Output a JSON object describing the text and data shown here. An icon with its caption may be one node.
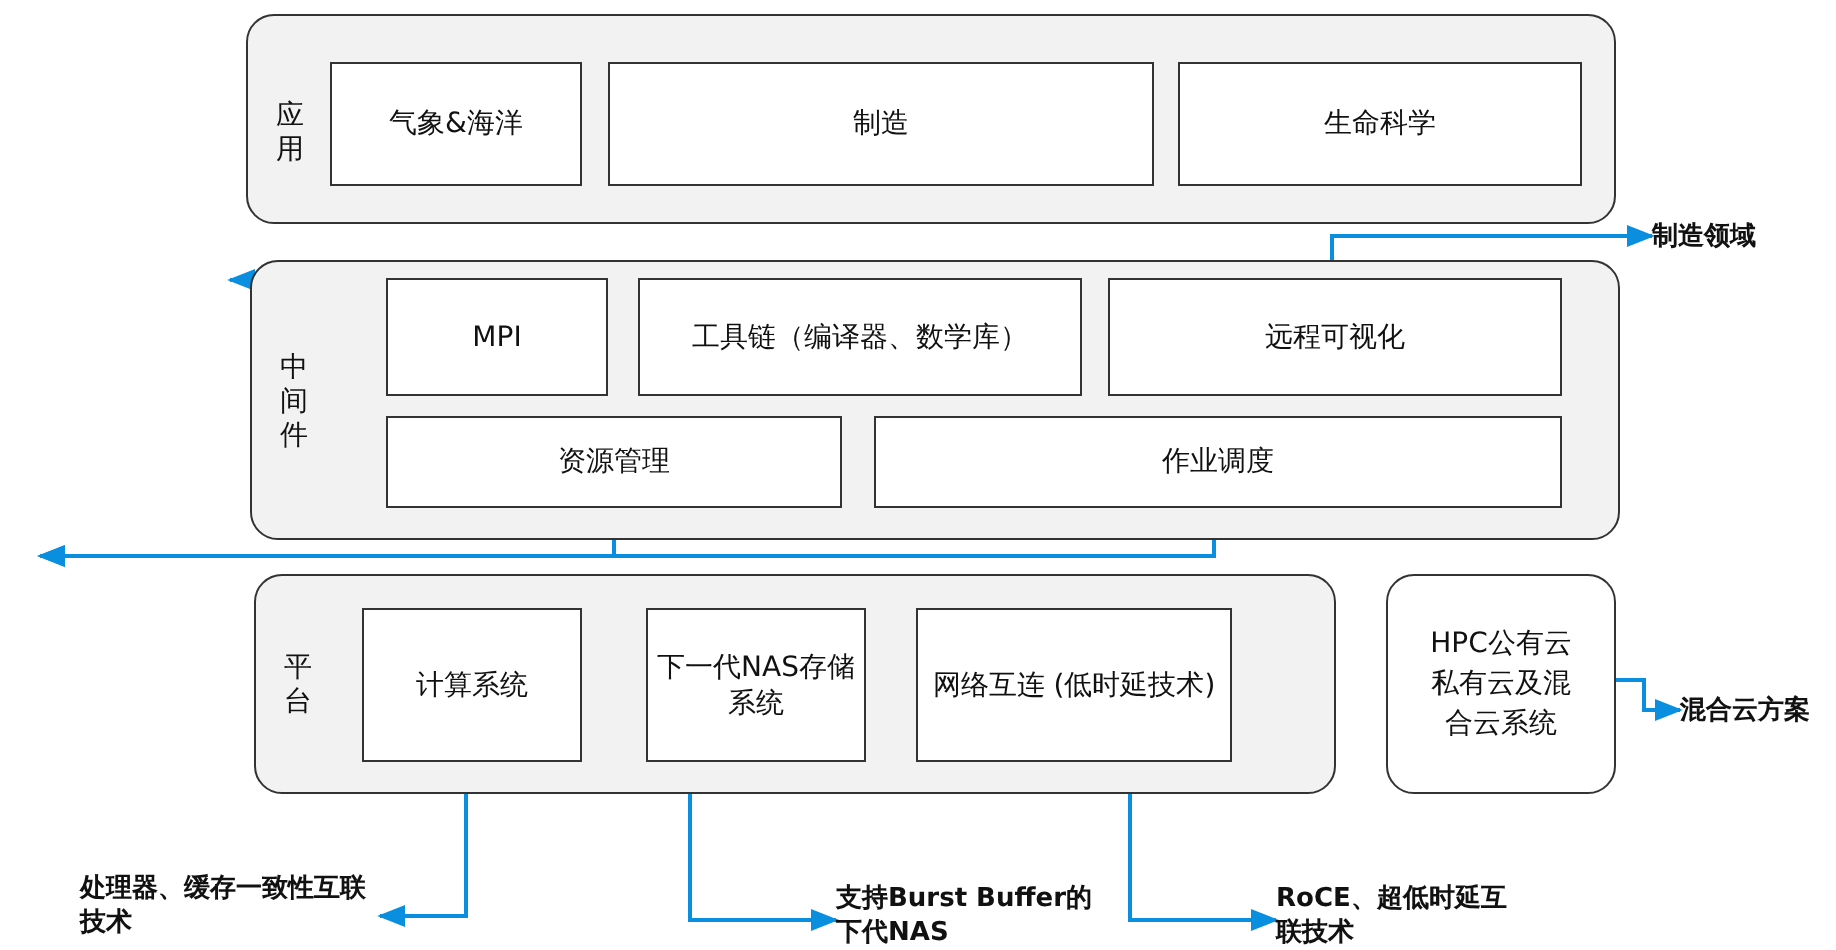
{
  "diagram": {
    "nodes": [
      {
        "text": [
          "应用"
        ]
      },
      {
        "text": [
          "气象&海洋"
        ],
        "in": 0
      },
      {
        "text": [
          "制造"
        ],
        "in": 0
      },
      {
        "text": [
          "生命科学"
        ],
        "in": 0
      },
      {
        "text": [
          "中间件"
        ]
      },
      {
        "text": [
          "MPI"
        ],
        "in": 4
      },
      {
        "text": [
          "工具链（编译器、数学库）"
        ],
        "in": 4
      },
      {
        "text": [
          "远程可视化"
        ],
        "in": 4
      },
      {
        "text": [
          "资源管理"
        ],
        "in": 4
      },
      {
        "text": [
          "作业调度"
        ],
        "in": 4
      },
      {
        "text": [
          "制造领域"
        ]
      },
      {
        "text": [
          "平台"
        ]
      },
      {
        "text": [
          "计算系统"
        ],
        "in": 11
      },
      {
        "text": [
          "下一代NAS存储系统"
        ],
        "in": 11
      },
      {
        "text": [
          "网络互连 (低时延技术)"
        ],
        "in": 11
      },
      {
        "text": [
          "HPC公有云私有云及混合云系统"
        ]
      },
      {
        "text": [
          "混合云方案"
        ]
      },
      {
        "text": [
          "处理器、缓存一致性互联技术"
        ]
      },
      {
        "text": [
          "支持Burst Buffer的下代NAS"
        ]
      },
      {
        "text": [
          "RoCE、超低时延互联技术"
        ]
      }
    ],
    "edges": [
      {
        "from": 7,
        "to": 10,
        "arrow": "to"
      },
      {
        "from": 5,
        "to": null,
        "arrow": "to"
      },
      {
        "from": 8,
        "to": null,
        "arrow": "to"
      },
      {
        "from": 9,
        "to": null,
        "arrow": "to"
      },
      {
        "from": 15,
        "to": 16,
        "arrow": "to"
      },
      {
        "from": 12,
        "to": 17,
        "arrow": "to"
      },
      {
        "from": 13,
        "to": 18,
        "arrow": "to"
      },
      {
        "from": 14,
        "to": 19,
        "arrow": "to"
      }
    ]
  }
}
